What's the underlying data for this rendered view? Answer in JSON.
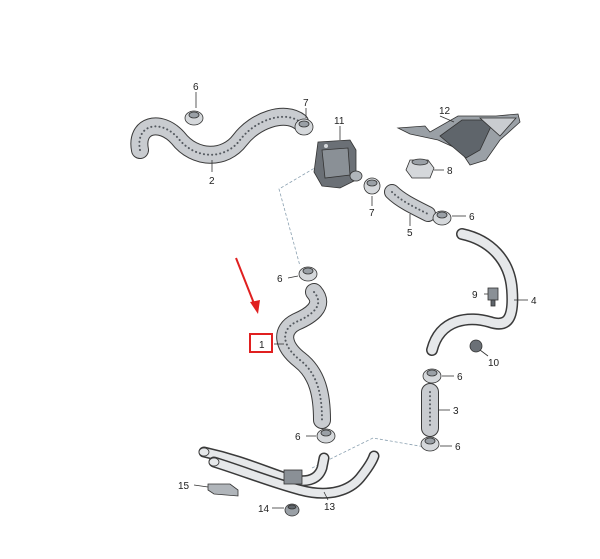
{
  "diagram": {
    "labels": {
      "l1": "1",
      "l2": "2",
      "l3": "3",
      "l4": "4",
      "l5": "5",
      "l6a": "6",
      "l6b": "6",
      "l6c": "6",
      "l6d": "6",
      "l6e": "6",
      "l6f": "6",
      "l7a": "7",
      "l7b": "7",
      "l8": "8",
      "l9": "9",
      "l10": "10",
      "l11": "11",
      "l12": "12",
      "l13": "13",
      "l14": "14",
      "l15": "15"
    },
    "colors": {
      "highlight": "#e02020",
      "hose_fill": "#c9ccd0",
      "outline": "#3a3a3a",
      "dash": "#8aa0b0",
      "pipe_fill": "#e6e8ea"
    }
  }
}
